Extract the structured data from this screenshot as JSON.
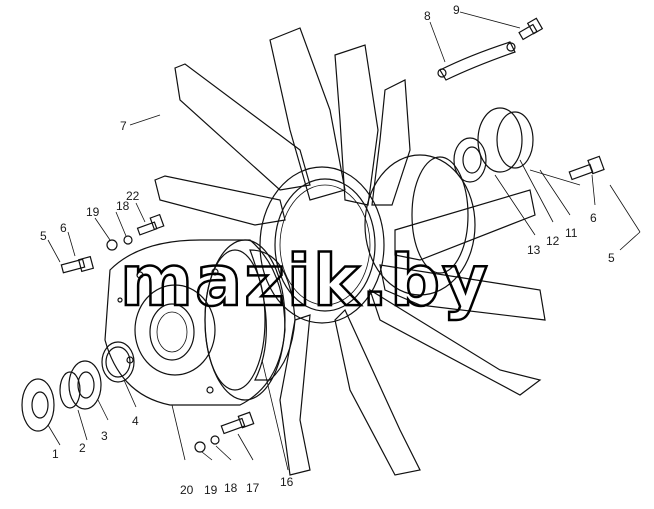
{
  "watermark": "mazik.by",
  "colors": {
    "ink": "#111111",
    "stipple": "#7a7a7a",
    "paper": "#ffffff"
  },
  "callouts": {
    "c1": "1",
    "c2": "2",
    "c3": "3",
    "c4": "4",
    "c5a": "5",
    "c5b": "5",
    "c6a": "6",
    "c6b": "6",
    "c7": "7",
    "c8": "8",
    "c9": "9",
    "c11": "11",
    "c12": "12",
    "c13": "13",
    "c16": "16",
    "c17": "17",
    "c18a": "18",
    "c18b": "18",
    "c19a": "19",
    "c19b": "19",
    "c20": "20",
    "c22": "22"
  }
}
